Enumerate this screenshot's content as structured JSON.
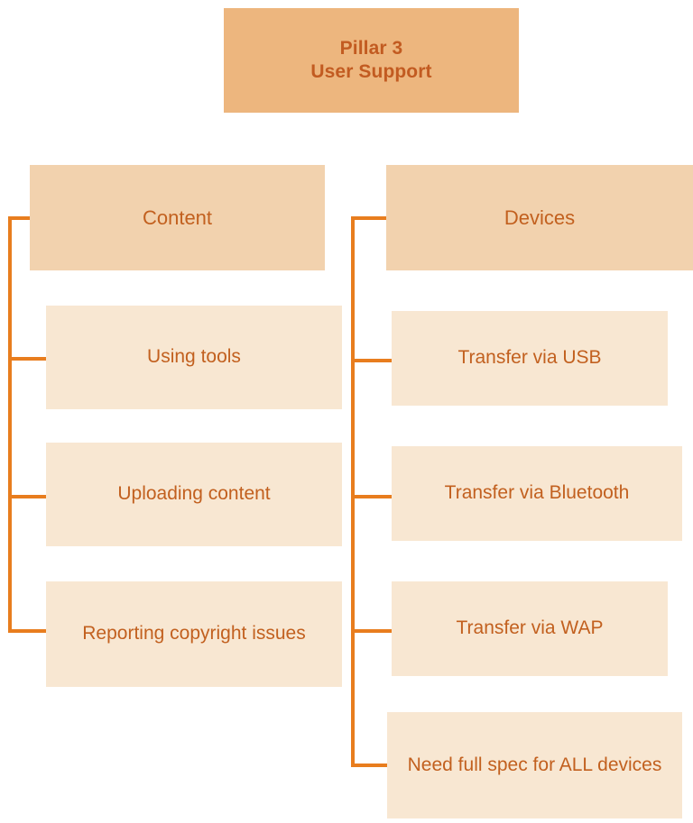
{
  "diagram": {
    "type": "tree",
    "root": {
      "label": "Pillar 3\nUser Support",
      "line1": "Pillar 3",
      "line2": "User Support"
    },
    "branches": [
      {
        "label": "Content",
        "children": [
          {
            "label": "Using tools"
          },
          {
            "label": "Uploading content"
          },
          {
            "label": "Reporting copyright issues"
          }
        ]
      },
      {
        "label": "Devices",
        "children": [
          {
            "label": "Transfer via USB"
          },
          {
            "label": "Transfer via Bluetooth"
          },
          {
            "label": "Transfer via WAP"
          },
          {
            "label": "Need full spec for ALL devices"
          }
        ]
      }
    ]
  },
  "colors": {
    "root_fill": "#EDB67E",
    "level1_fill": "#F2D2AE",
    "level2_fill": "#F8E7D2",
    "connector": "#E87D1E",
    "text": "#C2601F",
    "background": "#FFFFFF"
  }
}
